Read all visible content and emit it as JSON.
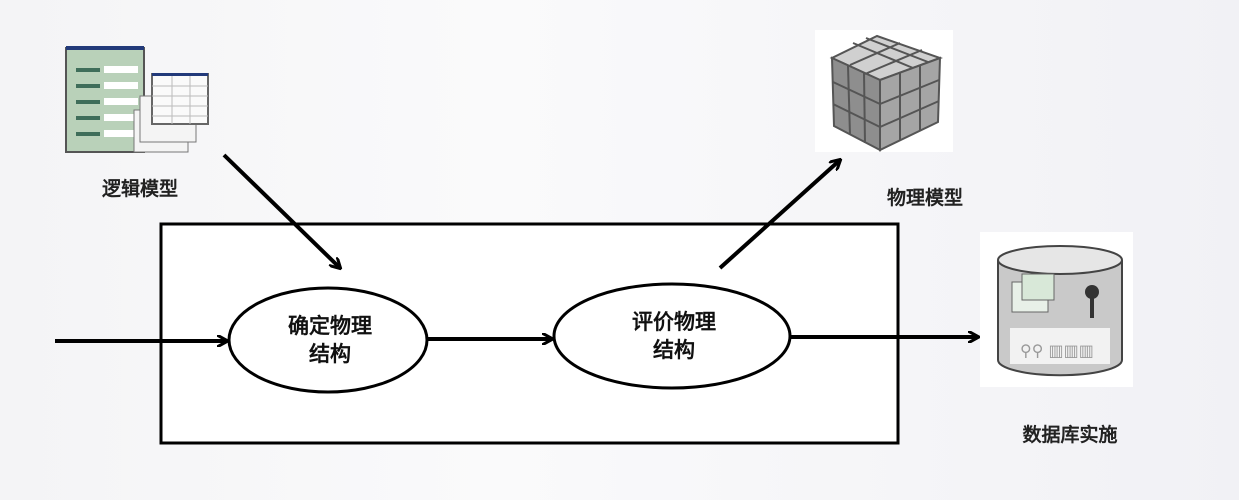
{
  "inputs": {
    "logical_model": "逻辑模型"
  },
  "outputs": {
    "physical_model": "物理模型",
    "db_implementation": "数据库实施"
  },
  "process": [
    {
      "line1": "确定物理",
      "line2": "结构"
    },
    {
      "line1": "评价物理",
      "line2": "结构"
    }
  ]
}
